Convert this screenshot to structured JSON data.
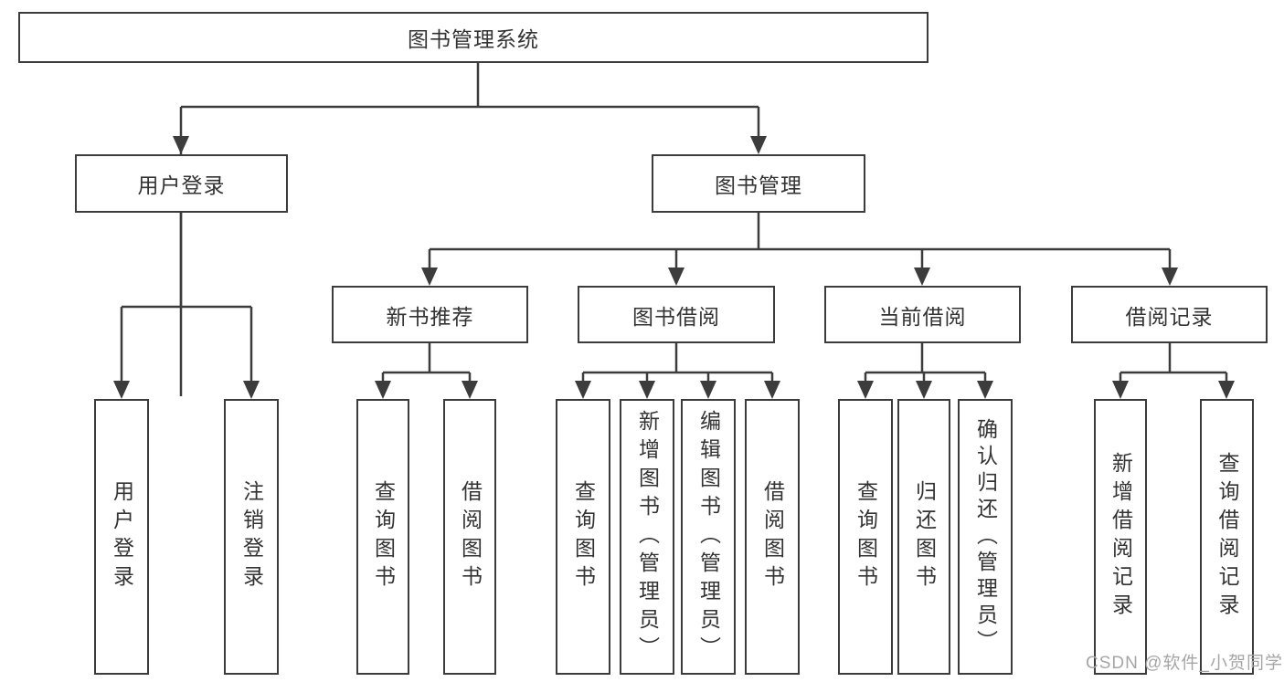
{
  "diagram": {
    "title": "图书管理系统",
    "nodes": {
      "root": "图书管理系统",
      "user_login": "用户登录",
      "book_management": "图书管理",
      "new_book_recommend": "新书推荐",
      "book_borrow": "图书借阅",
      "current_borrow": "当前借阅",
      "borrow_record": "借阅记录",
      "user_login_leaf": "用户登录",
      "logout": "注销登录",
      "nb_query_book": "查询图书",
      "nb_borrow_book": "借阅图书",
      "bb_query_book": "查询图书",
      "bb_add_book": "新增图书（管理员）",
      "bb_edit_book": "编辑图书（管理员）",
      "bb_borrow_book": "借阅图书",
      "cb_query_book": "查询图书",
      "cb_return_book": "归还图书",
      "cb_confirm_return": "确认归还（管理员）",
      "br_add_record": "新增借阅记录",
      "br_query_record": "查询借阅记录"
    },
    "hierarchy": {
      "图书管理系统": {
        "用户登录": [
          "用户登录",
          "注销登录"
        ],
        "图书管理": {
          "新书推荐": [
            "查询图书",
            "借阅图书"
          ],
          "图书借阅": [
            "查询图书",
            "新增图书（管理员）",
            "编辑图书（管理员）",
            "借阅图书"
          ],
          "当前借阅": [
            "查询图书",
            "归还图书",
            "确认归还（管理员）"
          ],
          "借阅记录": [
            "新增借阅记录",
            "查询借阅记录"
          ]
        }
      }
    }
  },
  "watermark": "CSDN @软件_小贺同学",
  "colors": {
    "line": "#3c3c3c",
    "text": "#333333",
    "background": "#ffffff",
    "watermark": "#a6a6a6"
  }
}
